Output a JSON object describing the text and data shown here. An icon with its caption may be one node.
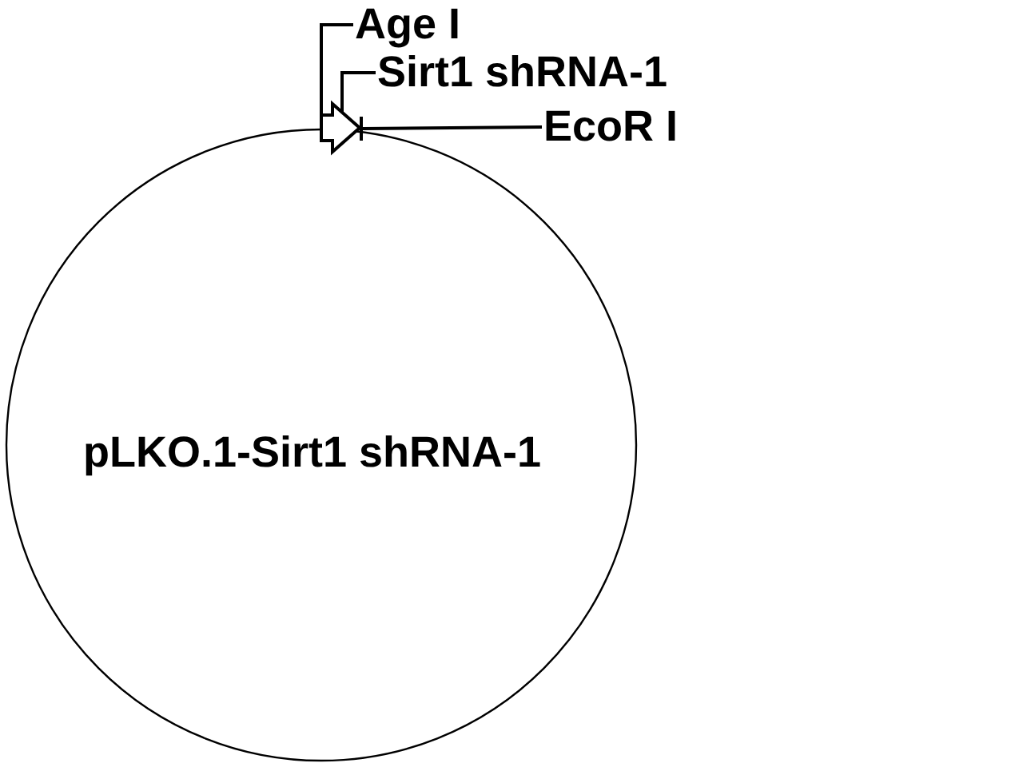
{
  "diagram": {
    "nodes": [
      {
        "text": [
          "Age I"
        ]
      },
      {
        "text": [
          "Sirt1 shRNA-1"
        ]
      },
      {
        "text": [
          "EcoR I"
        ]
      },
      {
        "text": [],
        "shape": "arrow"
      },
      {
        "text": [],
        "shape": "bar"
      },
      {
        "text": [
          "pLKO.1-Sirt1 shRNA-1"
        ]
      }
    ],
    "edges": [
      {
        "from": 0,
        "to": 3,
        "arrow": "none"
      },
      {
        "from": 1,
        "to": 3,
        "arrow": "none"
      },
      {
        "from": 2,
        "to": 4,
        "arrow": "none"
      }
    ]
  }
}
